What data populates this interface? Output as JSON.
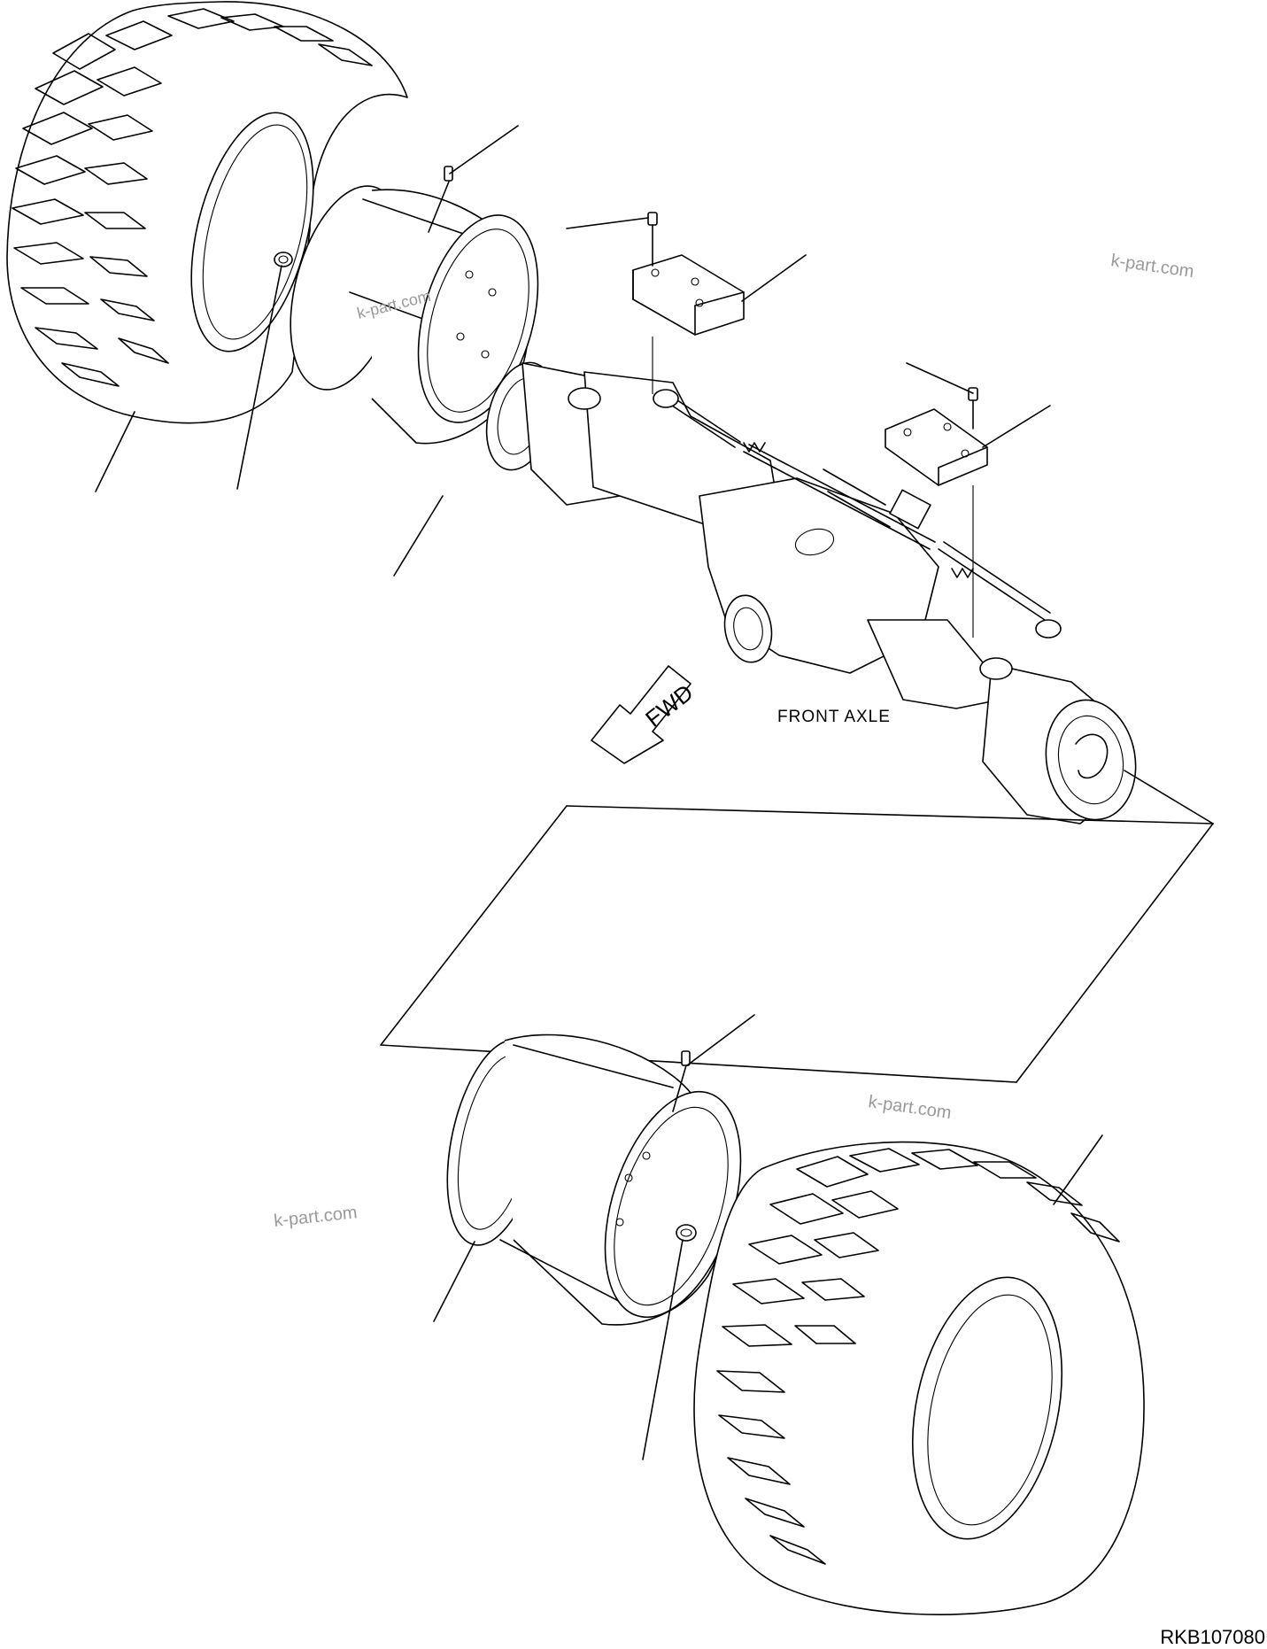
{
  "diagram": {
    "section_label": "FRONT AXLE",
    "direction_arrow": "FWD",
    "drawing_code": "RKB107080",
    "watermark": "k-part.com"
  }
}
